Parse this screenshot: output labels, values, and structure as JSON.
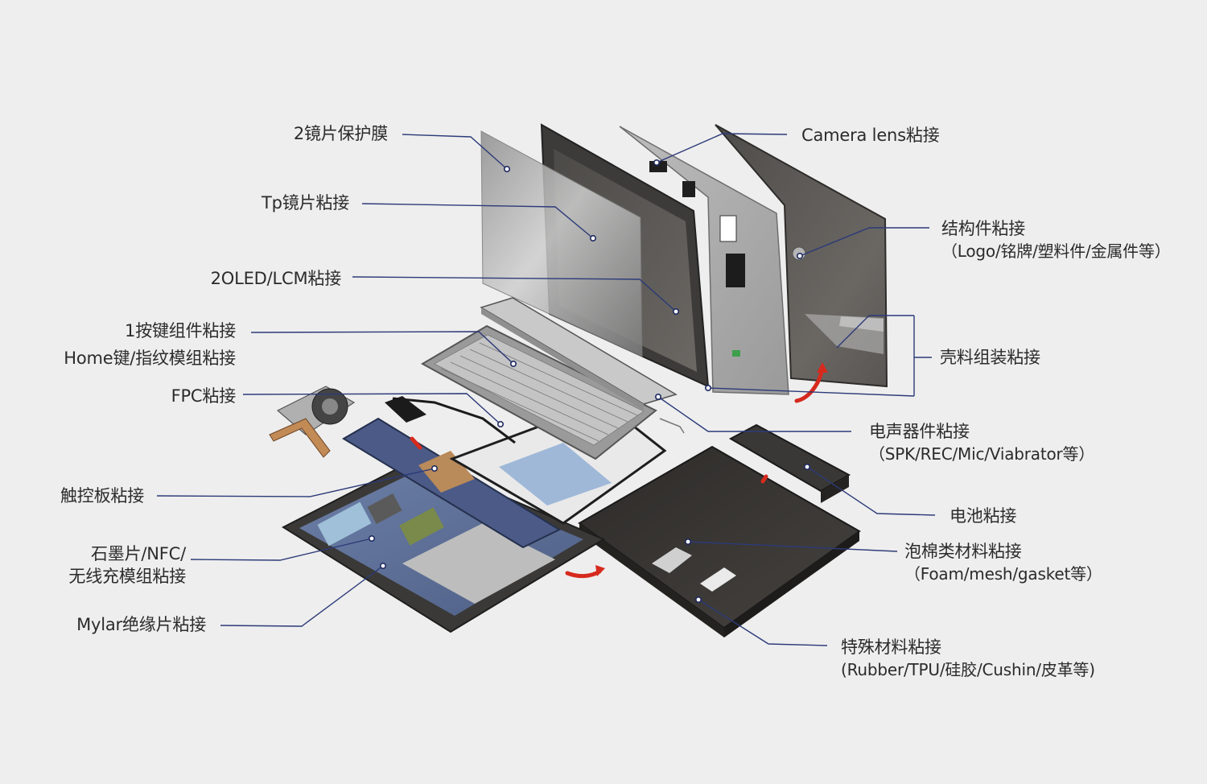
{
  "callouts": {
    "lens_film": {
      "lines": [
        "2镜片保护膜"
      ]
    },
    "tp_lens": {
      "lines": [
        "Tp镜片粘接"
      ]
    },
    "oled_lcm": {
      "lines": [
        "2OLED/LCM粘接"
      ]
    },
    "keys": {
      "lines": [
        "1按键组件粘接",
        "Home键/指纹模组粘接"
      ]
    },
    "fpc": {
      "lines": [
        "FPC粘接"
      ]
    },
    "touchpad": {
      "lines": [
        "触控板粘接"
      ]
    },
    "graphite": {
      "lines": [
        "石墨片/NFC/",
        "无线充模组粘接"
      ]
    },
    "mylar": {
      "lines": [
        "Mylar绝缘片粘接"
      ]
    },
    "camera": {
      "lines": [
        "Camera lens粘接"
      ]
    },
    "structural": {
      "lines": [
        "结构件粘接",
        "（Logo/铭牌/塑料件/金属件等）"
      ]
    },
    "housing": {
      "lines": [
        "壳料组装粘接"
      ]
    },
    "acoustic": {
      "lines": [
        "电声器件粘接",
        "（SPK/REC/Mic/Viabrator等）"
      ]
    },
    "battery": {
      "lines": [
        "电池粘接"
      ]
    },
    "foam": {
      "lines": [
        "泡棉类材料粘接",
        "（Foam/mesh/gasket等）"
      ]
    },
    "special": {
      "lines": [
        "特殊材料粘接",
        "(Rubber/TPU/硅胶/Cushin/皮革等)"
      ]
    }
  },
  "colors": {
    "background": "#eeeeee",
    "leader_line": "#2c3a78",
    "arrow": "#d62a1e",
    "text": "#2b2b2b"
  }
}
